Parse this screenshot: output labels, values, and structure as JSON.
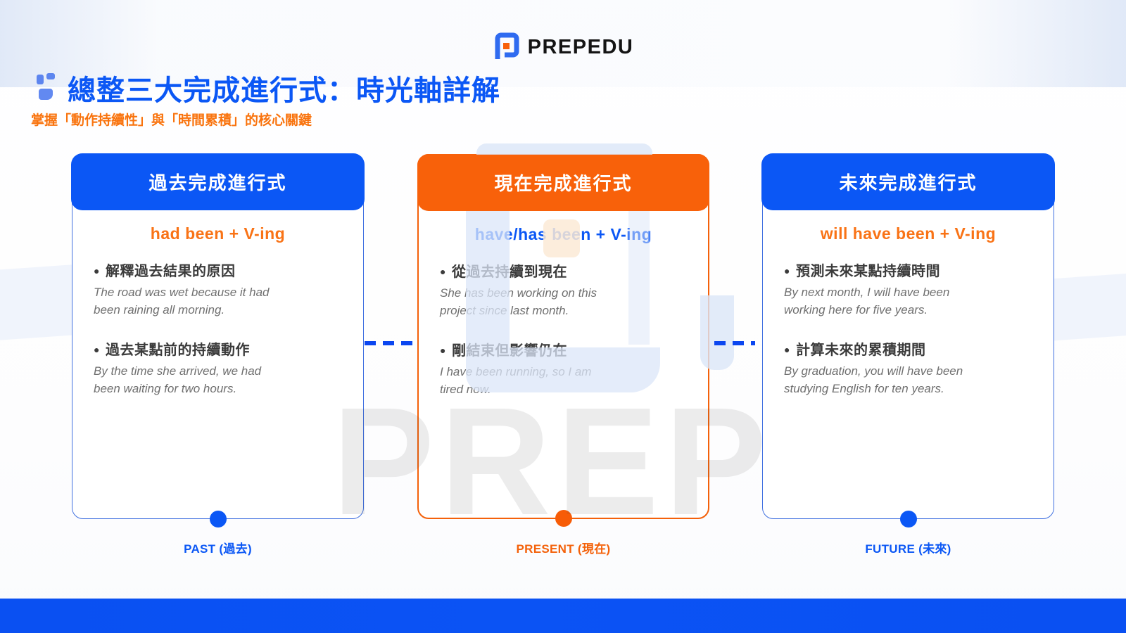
{
  "brand": {
    "logo_text": "PREPEDU",
    "logo_icon": "prepedu-p-icon"
  },
  "header": {
    "title": "總整三大完成進行式：時光軸詳解",
    "subtitle": "掌握「動作持續性」與「時間累積」的核心關鍵"
  },
  "watermark": {
    "text": "PREP"
  },
  "cards": [
    {
      "accent_color": "#0b57f5",
      "title": "過去完成進行式",
      "formula": "had been + V-ing",
      "formula_color": "#f97316",
      "points": [
        {
          "bullet": "●",
          "heading": "解釋過去結果的原因",
          "example": "The road was wet because it had\nbeen raining all morning."
        },
        {
          "bullet": "●",
          "heading": "過去某點前的持續動作",
          "example": "By the time she arrived, we had\nbeen waiting for two hours."
        }
      ],
      "timeline_label": "PAST (過去)"
    },
    {
      "accent_color": "#f8610a",
      "title": "現在完成進行式",
      "formula": "have/has been + V-ing",
      "formula_color": "#0b57f5",
      "points": [
        {
          "bullet": "●",
          "heading": "從過去持續到現在",
          "example": "She has been working on this\nproject since last month."
        },
        {
          "bullet": "●",
          "heading": "剛結束但影響仍在",
          "example": "I have been running, so I am\ntired now."
        }
      ],
      "timeline_label": "PRESENT (現在)"
    },
    {
      "accent_color": "#0b57f5",
      "title": "未來完成進行式",
      "formula": "will have been + V-ing",
      "formula_color": "#f97316",
      "points": [
        {
          "bullet": "●",
          "heading": "預測未來某點持續時間",
          "example": "By next month, I will have been\nworking here for five years."
        },
        {
          "bullet": "●",
          "heading": "計算未來的累積期間",
          "example": "By graduation, you will have been\nstudying English for ten years."
        }
      ],
      "timeline_label": "FUTURE (未來)"
    }
  ],
  "colors": {
    "primary_blue": "#0b57f5",
    "primary_orange": "#f8610a",
    "footer_blue": "#0a50f2",
    "dash_blue": "#0b46f0",
    "heading_text": "#3b3b3b",
    "example_text": "#6f6f6f"
  }
}
